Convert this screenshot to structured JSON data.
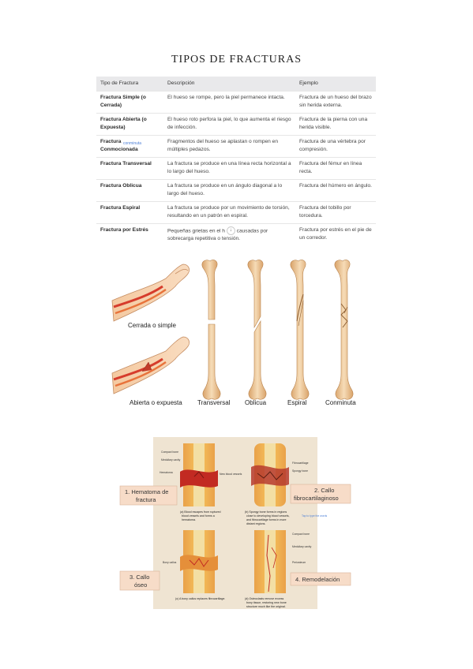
{
  "title": "TIPOS DE FRACTURAS",
  "table": {
    "headers": [
      "Tipo de Fractura",
      "Descripción",
      "Ejemplo"
    ],
    "rows": [
      {
        "tipo": "Fractura Simple (o Cerrada)",
        "desc": "El hueso se rompe, pero la piel permanece intacta.",
        "ejemplo": "Fractura de un hueso del brazo sin herida externa."
      },
      {
        "tipo": "Fractura Abierta (o Expuesta)",
        "desc": "El hueso roto perfora la piel, lo que aumenta el riesgo de infección.",
        "ejemplo": "Fractura de la pierna con una herida visible."
      },
      {
        "tipo": "Fractura Conmocionada",
        "desc": "Fragmentos del hueso se aplastan o rompen en múltiples pedazos.",
        "ejemplo": "Fractura de una vértebra por compresión.",
        "note": "conminuta"
      },
      {
        "tipo": "Fractura Transversal",
        "desc": "La fractura se produce en una línea recta horizontal a lo largo del hueso.",
        "ejemplo": "Fractura del fémur en línea recta."
      },
      {
        "tipo": "Fractura Oblicua",
        "desc": "La fractura se produce en un ángulo diagonal a lo largo del hueso.",
        "ejemplo": "Fractura del húmero en ángulo."
      },
      {
        "tipo": "Fractura Espiral",
        "desc": "La fractura se produce por un movimiento de torsión, resultando en un patrón en espiral.",
        "ejemplo": "Fractura del tobillo por torcedura."
      },
      {
        "tipo": "Fractura por Estrés",
        "desc_a": "Pequeñas grietas en el h",
        "desc_b": "causadas por sobrecarga repetitiva o tensión.",
        "ejemplo": "Fractura por estrés en el pie de un corredor.",
        "scroll_glyph": "↓"
      }
    ]
  },
  "figure1": {
    "labels": {
      "cerrada": "Cerrada o simple",
      "abierta": "Abierta o expuesta",
      "transversal": "Transversal",
      "oblicua": "Oblicua",
      "espiral": "Espiral",
      "conminuta": "Conminuta"
    }
  },
  "figure2": {
    "stages": {
      "s1a": "1. Hematoma de",
      "s1b": "fractura",
      "s2a": "2. Callo",
      "s2b": "fibrocartilaginoso",
      "s3a": "3. Callo",
      "s3b": "óseo",
      "s4": "4. Remodelación"
    },
    "labels": {
      "compact": "Compact bone",
      "medullary": "Medullary cavity",
      "hematoma": "Hematoma",
      "newvessels": "New blood vessels",
      "fibro": "Fibrocartilage",
      "spongy": "Spongy bone",
      "bonycallus": "Bony callus",
      "compact2": "Compact bone",
      "medullary2": "Medullary cavity",
      "periosteum": "Periosteum"
    },
    "captions": {
      "a1": "(a) Blood escapes from ruptured",
      "a2": "blood vessels and forms a",
      "a3": "hematoma.",
      "b1": "(b) Spongy bone forms in regions",
      "b2": "close to developing blood vessels,",
      "b3": "and fibrocartilage forms in more",
      "b4": "distant regions.",
      "c1": "(c) A bony callus replaces fibrocartilage.",
      "d1": "(d) Osteoclasts remove excess",
      "d2": "bony tissue, restoring new bone",
      "d3": "structure much like the original."
    },
    "link": "Tap to type the words"
  }
}
